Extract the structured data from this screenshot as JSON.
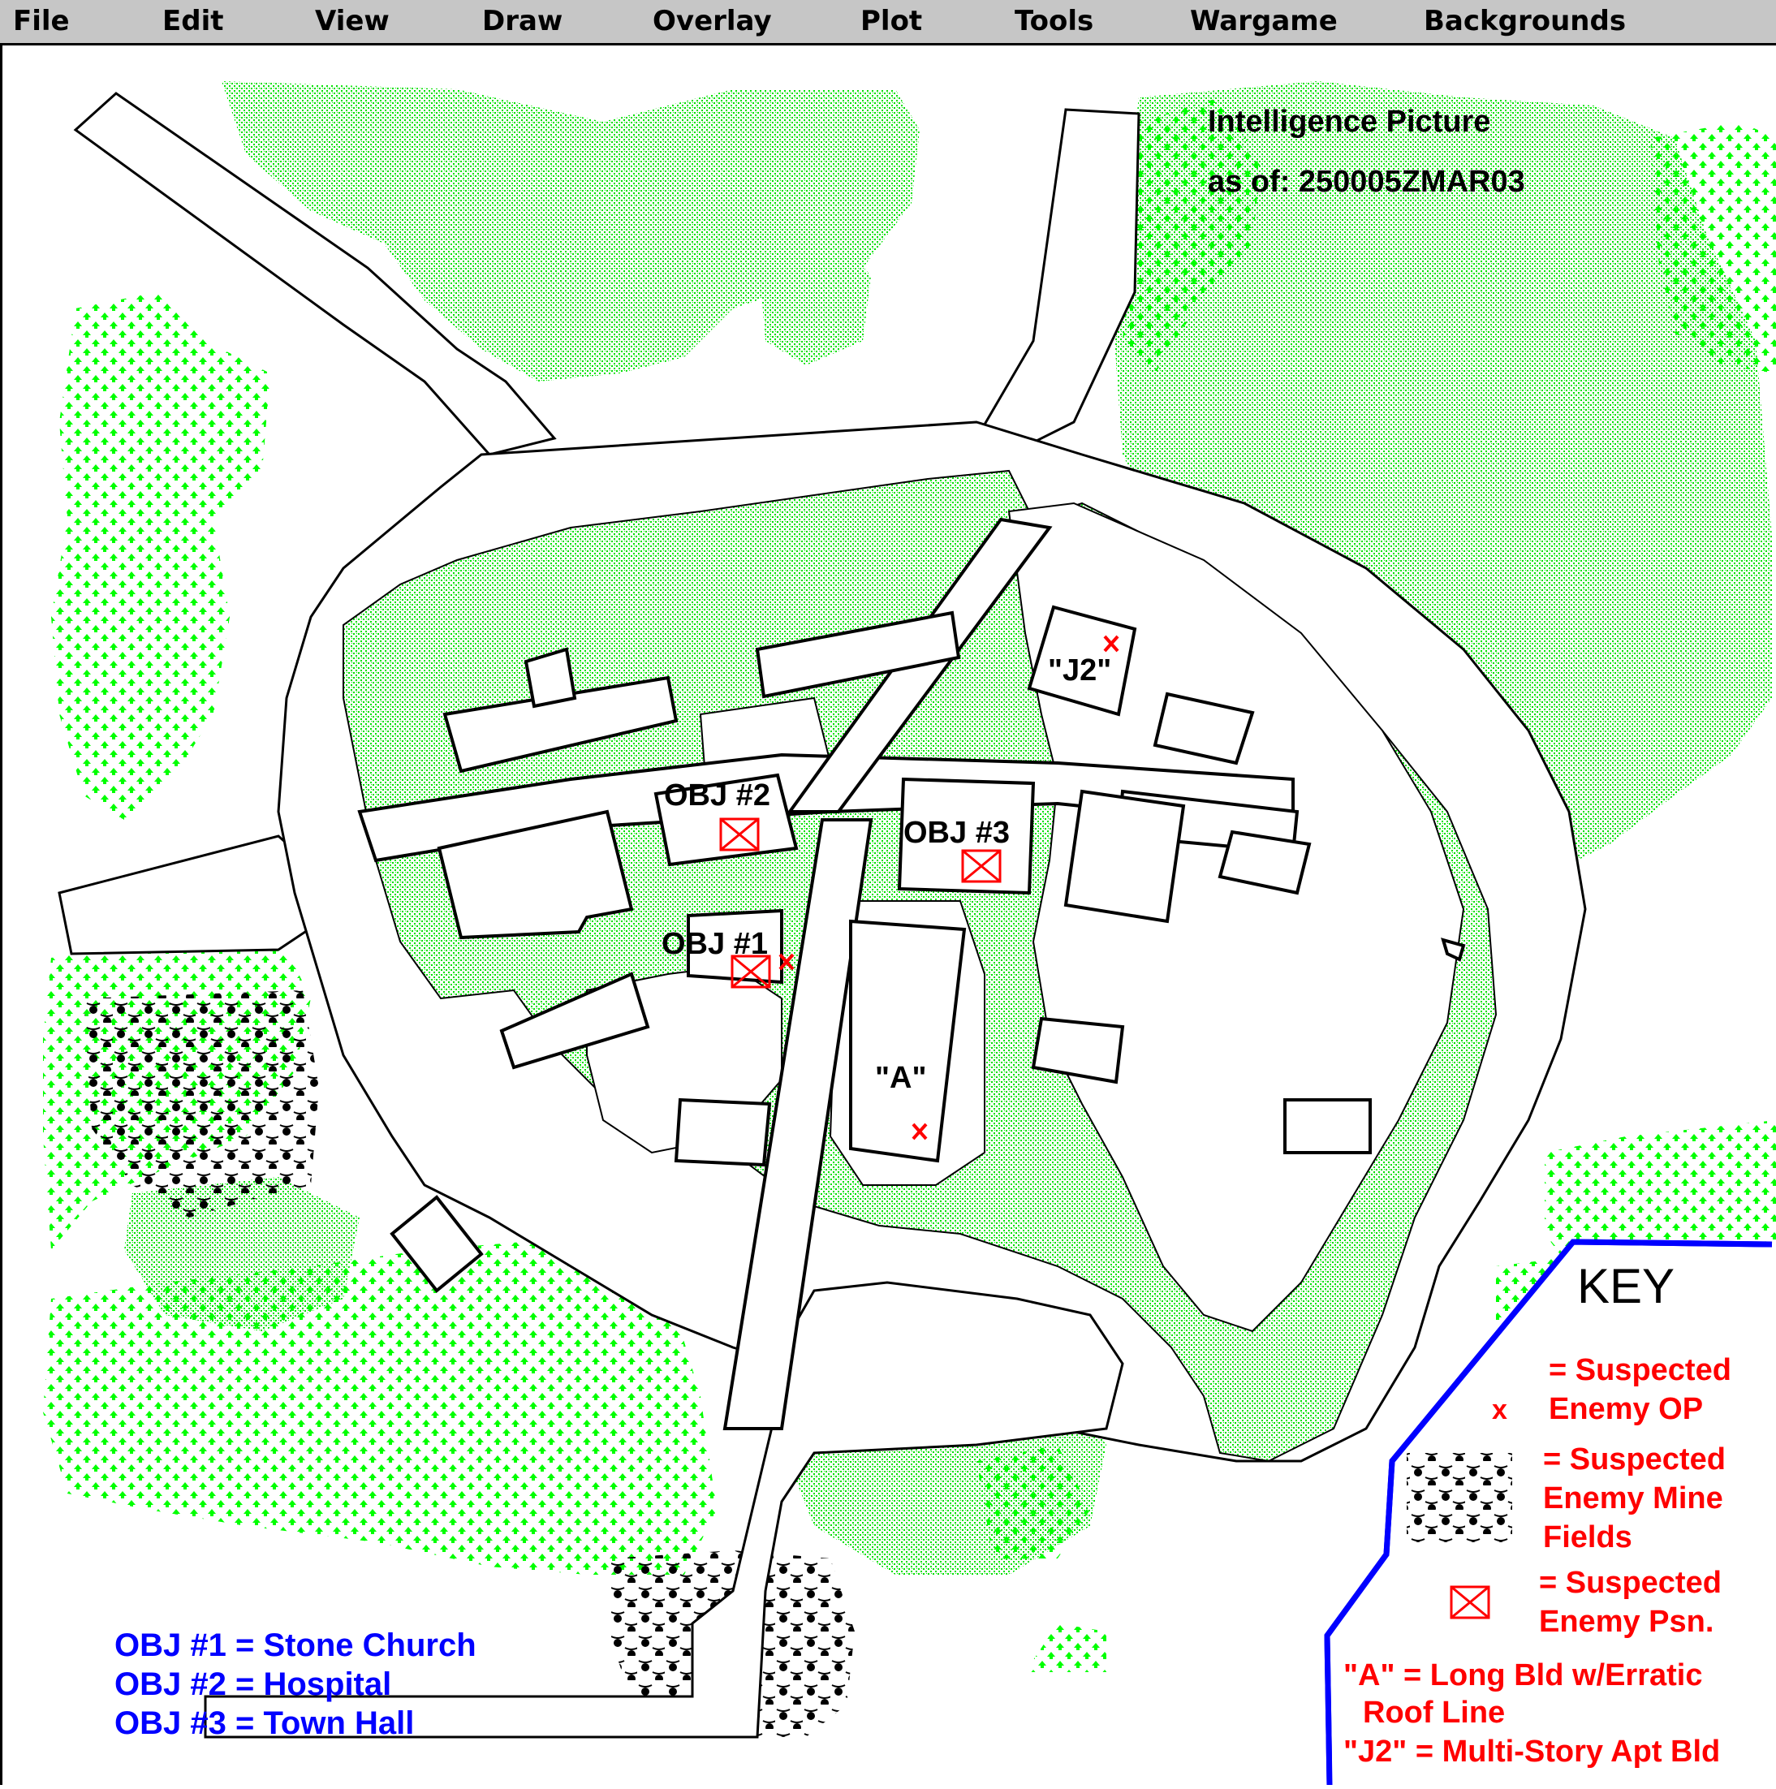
{
  "menu": [
    "File",
    "Edit",
    "View",
    "Draw",
    "Overlay",
    "Plot",
    "Tools",
    "Wargame",
    "Backgrounds"
  ],
  "title": {
    "line1": "Intelligence Picture",
    "line2": "as of:  250005ZMAR03"
  },
  "objectives": {
    "obj1": "OBJ #1",
    "obj2": "OBJ #2",
    "obj3": "OBJ #3"
  },
  "building_labels": {
    "a": "\"A\"",
    "j2": "\"J2\""
  },
  "legend_objectives": [
    "OBJ #1 = Stone Church",
    "OBJ #2 = Hospital",
    "OBJ #3 = Town Hall"
  ],
  "key": {
    "title": "KEY",
    "op_symbol": "x",
    "op": [
      "= Suspected",
      "Enemy OP"
    ],
    "mines": [
      "= Suspected",
      "Enemy Mine",
      "Fields"
    ],
    "psn": [
      "= Suspected",
      "Enemy Psn."
    ],
    "notes": [
      "\"A\" = Long Bld w/Erratic",
      "Roof Line",
      "\"J2\" = Multi-Story Apt Bld"
    ]
  },
  "colors": {
    "vegetation": "#00e000",
    "forest": "#00ff00",
    "enemy": "#ff0000",
    "legend": "#0000ff",
    "key_border": "#0000ff",
    "mine": "#000000"
  },
  "icons": {
    "op": "x-mark",
    "mine": "mine-dot",
    "psn": "crossed-box"
  }
}
